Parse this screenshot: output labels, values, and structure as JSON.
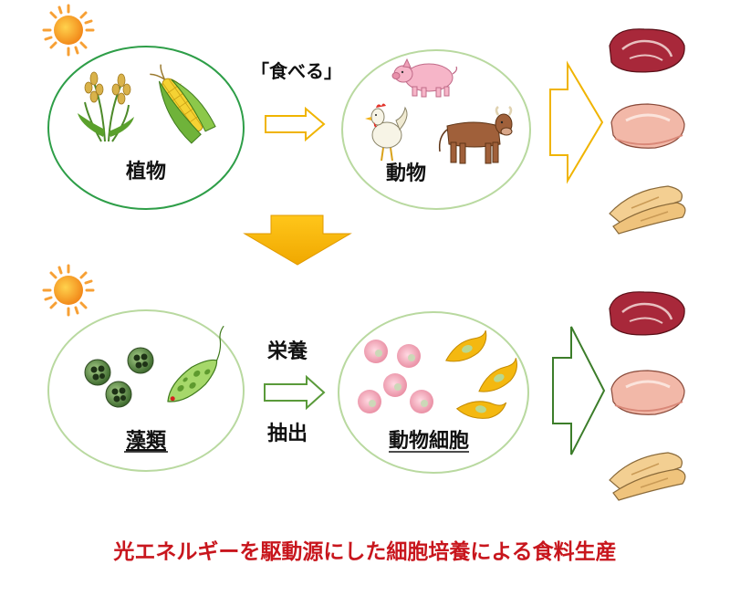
{
  "top": {
    "plants_label": "植物",
    "arrow_label": "「食べる」",
    "animals_label": "動物"
  },
  "bottom": {
    "algae_label": "藻類",
    "arrow_label_top": "栄養",
    "arrow_label_bottom": "抽出",
    "cells_label": "動物細胞"
  },
  "caption": "光エネルギーを駆動源にした細胞培養による食料生産",
  "colors": {
    "caption": "#c8161d",
    "plant_circle": "#2e9e48",
    "animal_circle": "#b9d9a0",
    "arrow_gold": "#f0b400",
    "arrow_green_outline": "#3c7d2a",
    "sun": "#f7a035"
  },
  "icons": [
    "sun-icon",
    "wheat-icon",
    "corn-icon",
    "pig-icon",
    "chicken-icon",
    "cow-icon",
    "meat-icon",
    "algae-icon",
    "euglena-icon",
    "animal-cell-icon"
  ]
}
